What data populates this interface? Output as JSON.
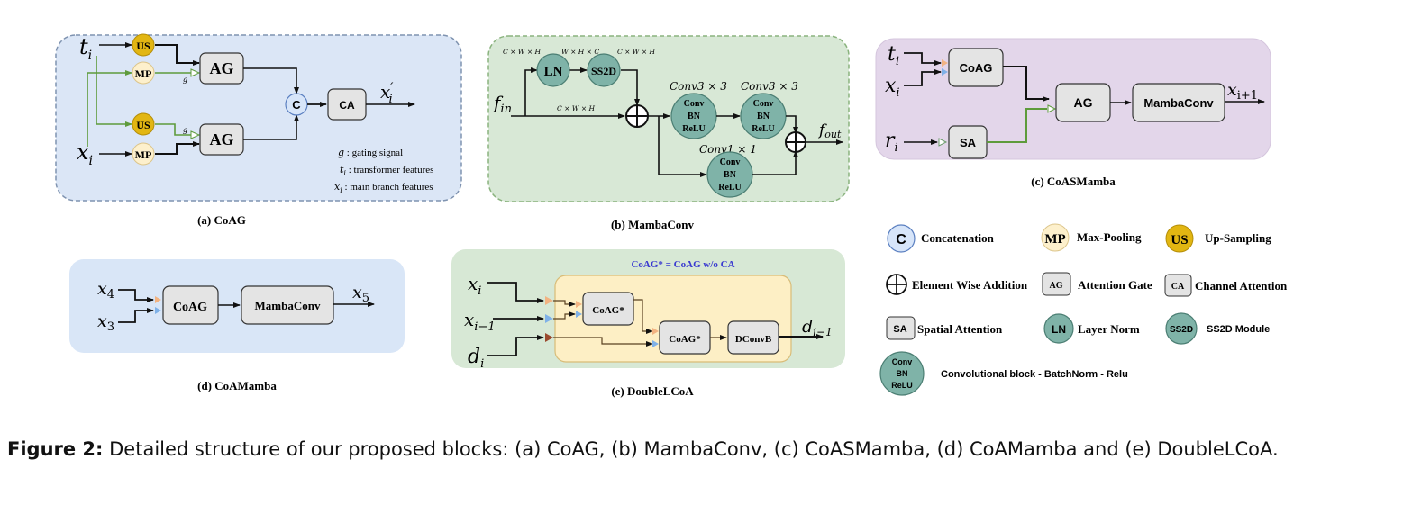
{
  "colors": {
    "panel_a_bg": "#dbe6f6",
    "panel_a_border": "#7f93b0",
    "panel_b_bg": "#d8e8d6",
    "panel_b_border": "#8ab37e",
    "panel_c_bg": "#e3d6ea",
    "panel_d_bg": "#d9e6f7",
    "panel_e_bg": "#d7e8d5",
    "panel_e_inner_bg": "#fdefc5",
    "panel_e_inner_border": "#d8bc78",
    "block_fill": "#e4e4e4",
    "teal_circle": "#7fb3a8",
    "us_fill": "#e2b612",
    "mp_fill": "#fdf0cc",
    "concat_fill": "#d7e5f9",
    "concat_stroke": "#5a7fc0",
    "gating_line": "#5e9b3c",
    "orange_port": "#f2b382",
    "blue_port": "#7fb1e8",
    "brown_port": "#9a4a2e",
    "note_text": "#3a3ad0"
  },
  "panels": {
    "coag": {
      "caption": "(a) CoAG",
      "inputs": {
        "t": "t",
        "t_sub": "i",
        "x": "x",
        "x_sub": "i"
      },
      "nodes": {
        "us": "US",
        "mp": "MP",
        "ag": "AG",
        "concat": "C",
        "ca": "CA"
      },
      "gate_label": "g",
      "output": {
        "main": "x",
        "prime": "′",
        "sub": "i"
      },
      "legend": [
        {
          "sym": "g",
          "sub": "",
          "text": " : gating signal"
        },
        {
          "sym": "t",
          "sub": "i",
          "text": " : transformer features"
        },
        {
          "sym": "x",
          "sub": "i",
          "text": " : main branch features"
        }
      ]
    },
    "mambaconv": {
      "caption": "(b)  MambaConv",
      "input": {
        "main": "f",
        "sub": "in"
      },
      "output": {
        "main": "f",
        "sub": "out"
      },
      "dims": {
        "d1": "C × W × H",
        "d2": "W × H × C",
        "d3": "C × W × H",
        "d4": "C × W × H"
      },
      "nodes": {
        "ln": "LN",
        "ss2d": "SS2D"
      },
      "conv_block": [
        "Conv",
        "BN",
        "ReLU"
      ],
      "conv_labels": {
        "c1": "Conv3 × 3",
        "c2": "Conv3 × 3",
        "c3": "Conv1 × 1"
      }
    },
    "coasmamba": {
      "caption": "(c) CoASMamba",
      "inputs": {
        "t": "t",
        "t_sub": "i",
        "x": "x",
        "x_sub": "i",
        "r": "r",
        "r_sub": "i"
      },
      "nodes": {
        "coag": "CoAG",
        "ag": "AG",
        "sa": "SA",
        "mambaconv": "MambaConv"
      },
      "output": {
        "main": "x",
        "sub": "i+1"
      }
    },
    "coamamba": {
      "caption": "(d) CoAMamba",
      "inputs": {
        "x4": "x",
        "x4_sub": "4",
        "x3": "x",
        "x3_sub": "3"
      },
      "nodes": {
        "coag": "CoAG",
        "mambaconv": "MambaConv"
      },
      "output": {
        "main": "x",
        "sub": "5"
      }
    },
    "doublelcoa": {
      "caption": "(e) DoubleLCoA",
      "note": "CoAG* = CoAG w/o CA",
      "inputs": {
        "x": "x",
        "x_sub": "i",
        "xm": "x",
        "xm_sub": "i−1",
        "d": "d",
        "d_sub": "i"
      },
      "nodes": {
        "coag1": "CoAG*",
        "coag2": "CoAG*",
        "dconvb": "DConvB"
      },
      "output": {
        "main": "d",
        "sub": "i−1"
      }
    }
  },
  "legend": {
    "concat": {
      "sym": "C",
      "text": "Concatenation"
    },
    "mp": {
      "sym": "MP",
      "text": "Max-Pooling"
    },
    "us": {
      "sym": "US",
      "text": "Up-Sampling"
    },
    "add": {
      "text": "Element Wise Addition"
    },
    "ag": {
      "sym": "AG",
      "text": "Attention Gate"
    },
    "ca": {
      "sym": "CA",
      "text": "Channel Attention"
    },
    "sa": {
      "sym": "SA",
      "text": "Spatial Attention"
    },
    "ln": {
      "sym": "LN",
      "text": "Layer Norm"
    },
    "ss2d": {
      "sym": "SS2D",
      "text": "SS2D Module"
    },
    "conv": {
      "sym": [
        "Conv",
        "BN",
        "ReLU"
      ],
      "text": "Convolutional block - BatchNorm - Relu"
    }
  },
  "figure_caption": {
    "label": "Figure 2:",
    "text": " Detailed structure of our proposed blocks: (a) CoAG, (b) MambaConv, (c) CoASMamba, (d) CoAMamba and (e) DoubleLCoA."
  }
}
